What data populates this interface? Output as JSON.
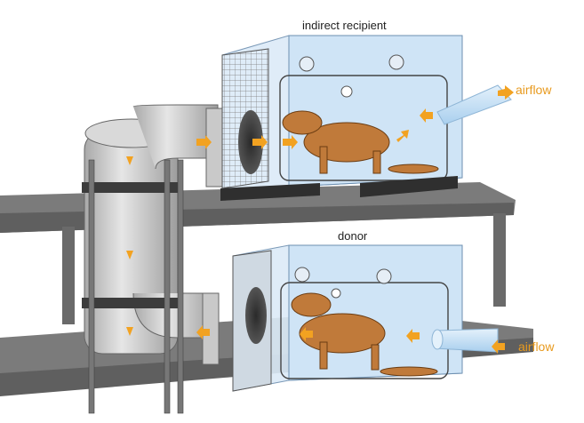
{
  "labels": {
    "indirect_recipient": "indirect recipient",
    "donor": "donor",
    "airflow_top": "airflow",
    "airflow_bottom": "airflow"
  },
  "colors": {
    "arrow": "#f2a221",
    "ferret": "#c07a3a",
    "cage_glass": "#dcebf8",
    "shelf": "#6f6f6f",
    "duct": "#c9c9c9",
    "airflow_tube": "#bfdcf3",
    "label_orange": "#e89a1e"
  },
  "icons": [
    "fan-icon",
    "flow-arrow-icon",
    "ferret-icon"
  ]
}
